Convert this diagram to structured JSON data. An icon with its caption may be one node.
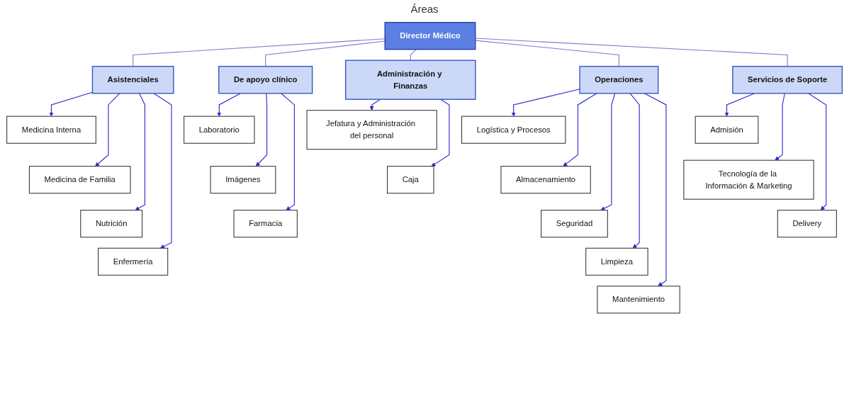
{
  "diagram": {
    "nodes": [
      {
        "text": [
          "Director Médico"
        ]
      },
      {
        "text": [
          "Asistenciales"
        ]
      },
      {
        "text": [
          "De apoyo clínico"
        ]
      },
      {
        "text": [
          "Administración y Finanzas"
        ]
      },
      {
        "text": [
          "Operaciones"
        ]
      },
      {
        "text": [
          "Servicios de Soporte"
        ]
      },
      {
        "text": [
          "Medicina Interna"
        ]
      },
      {
        "text": [
          "Medicina de Familia"
        ]
      },
      {
        "text": [
          "Nutrición"
        ]
      },
      {
        "text": [
          "Enfermería"
        ]
      },
      {
        "text": [
          "Laboratorio"
        ]
      },
      {
        "text": [
          "Imágenes"
        ]
      },
      {
        "text": [
          "Farmacia"
        ]
      },
      {
        "text": [
          "Jefatura y Administración del personal"
        ]
      },
      {
        "text": [
          "Caja"
        ]
      },
      {
        "text": [
          "Logística y Procesos"
        ]
      },
      {
        "text": [
          "Almacenamiento"
        ]
      },
      {
        "text": [
          "Seguridad"
        ]
      },
      {
        "text": [
          "Limpieza"
        ]
      },
      {
        "text": [
          "Mantenimiento"
        ]
      },
      {
        "text": [
          "Admisión"
        ]
      },
      {
        "text": [
          "Tecnología de la Información & Marketing"
        ]
      },
      {
        "text": [
          "Delivery"
        ]
      }
    ],
    "edges": [
      {
        "from": 0,
        "to": 1,
        "arrow": "none",
        "color": "#8579d1"
      },
      {
        "from": 0,
        "to": 2,
        "arrow": "none",
        "color": "#8579d1"
      },
      {
        "from": 0,
        "to": 3,
        "arrow": "none",
        "color": "#8579d1"
      },
      {
        "from": 0,
        "to": 4,
        "arrow": "none",
        "color": "#8579d1"
      },
      {
        "from": 0,
        "to": 5,
        "arrow": "none",
        "color": "#8579d1"
      },
      {
        "from": 1,
        "to": 6,
        "arrow": "to"
      },
      {
        "from": 1,
        "to": 7,
        "arrow": "to"
      },
      {
        "from": 1,
        "to": 8,
        "arrow": "to"
      },
      {
        "from": 1,
        "to": 9,
        "arrow": "to"
      },
      {
        "from": 2,
        "to": 10,
        "arrow": "to"
      },
      {
        "from": 2,
        "to": 11,
        "arrow": "to"
      },
      {
        "from": 2,
        "to": 12,
        "arrow": "to"
      },
      {
        "from": 3,
        "to": 13,
        "arrow": "to"
      },
      {
        "from": 3,
        "to": 14,
        "arrow": "to"
      },
      {
        "from": 4,
        "to": 15,
        "arrow": "to"
      },
      {
        "from": 4,
        "to": 16,
        "arrow": "to"
      },
      {
        "from": 4,
        "to": 17,
        "arrow": "to"
      },
      {
        "from": 4,
        "to": 18,
        "arrow": "to"
      },
      {
        "from": 4,
        "to": 19,
        "arrow": "to"
      },
      {
        "from": 5,
        "to": 20,
        "arrow": "to"
      },
      {
        "from": 5,
        "to": 21,
        "arrow": "to"
      },
      {
        "from": 5,
        "to": 22,
        "arrow": "to"
      }
    ],
    "labels": [
      "Áreas"
    ]
  }
}
